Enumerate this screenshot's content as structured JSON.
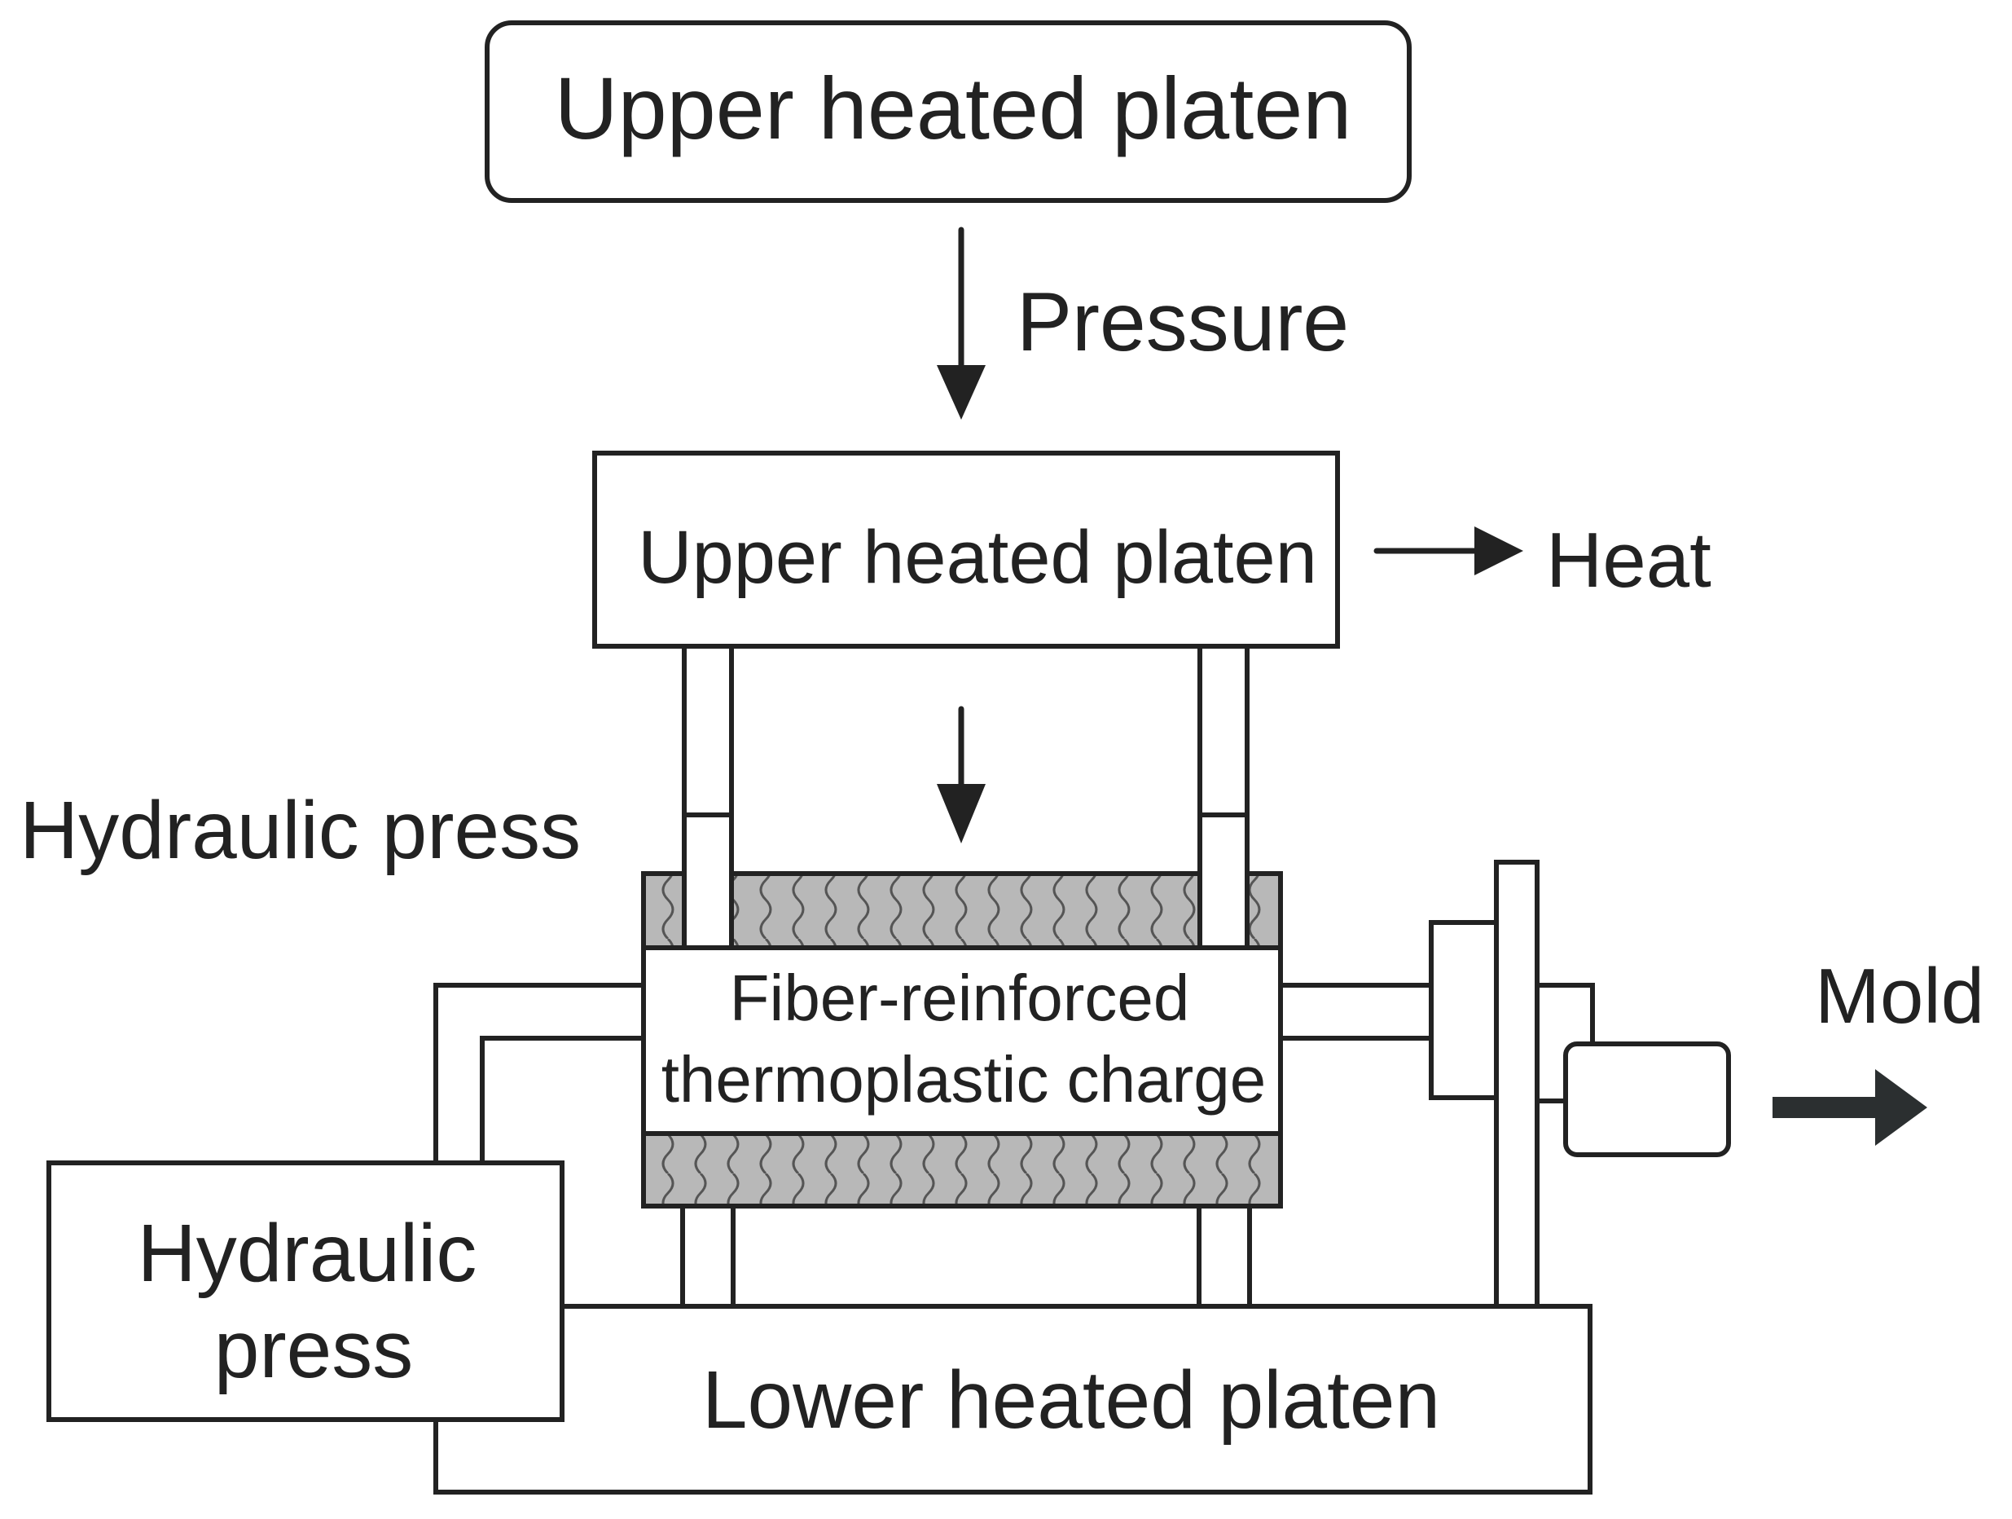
{
  "labels": {
    "top_box": "Upper heated platen",
    "pressure": "Pressure",
    "upper_platen": "Upper heated platen",
    "heat": "Heat",
    "hydraulic_press_side": "Hydraulic press",
    "charge_line1": "Fiber-reinforced",
    "charge_line2": "thermoplastic charge",
    "mold": "Mold",
    "hydraulic_box_line1": "Hydraulic",
    "hydraulic_box_line2": "press",
    "lower_platen": "Lower heated platen"
  },
  "colors": {
    "stroke": "#222222",
    "hatch_fill": "#b8b8b8",
    "arrow": "#222222",
    "background": "#ffffff"
  }
}
